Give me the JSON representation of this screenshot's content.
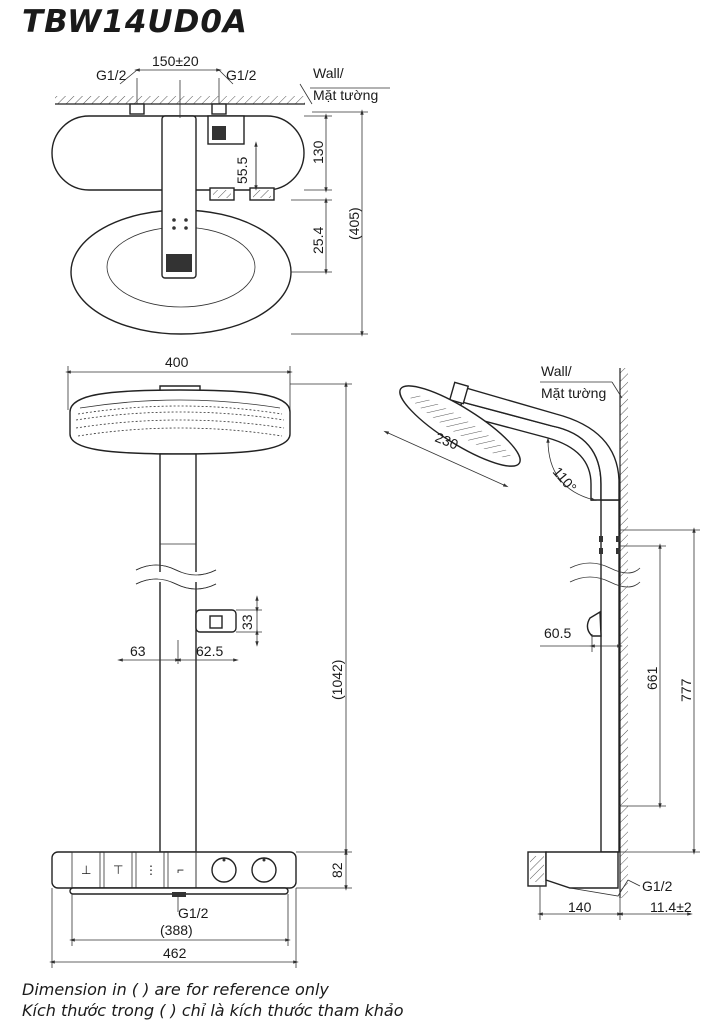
{
  "title": "TBW14UD0A",
  "notes": {
    "line1": "Dimension in ( ) are for reference only",
    "line2": "Kích thước trong ( ) chỉ là kích thước tham khảo"
  },
  "top_view": {
    "inlet_left": "G1/2",
    "inlet_right": "G1/2",
    "spacing": "150±20",
    "wall_en": "Wall/",
    "wall_vi": "Mặt tường",
    "dim_130": "130",
    "dim_55_5": "55.5",
    "dim_25_4": "25.4",
    "dim_405": "(405)"
  },
  "front_view": {
    "head_width": "400",
    "dim_33": "33",
    "dim_63": "63",
    "dim_62_5": "62.5",
    "height": "(1042)",
    "dim_82": "82",
    "inlet": "G1/2",
    "dim_388": "(388)",
    "width_462": "462"
  },
  "side_view": {
    "wall_en": "Wall/",
    "wall_vi": "Mặt tường",
    "head_dia": "230",
    "angle": "110°",
    "dim_60_5": "60.5",
    "dim_661": "661",
    "dim_777": "777",
    "inlet": "G1/2",
    "dim_140": "140",
    "dim_11_4": "11.4±2"
  }
}
